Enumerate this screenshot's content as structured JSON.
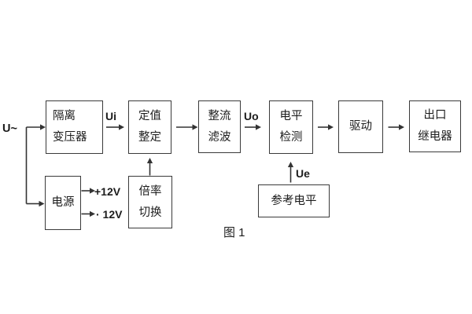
{
  "figure": {
    "caption": "图 1"
  },
  "labels": {
    "input": "U~",
    "ui": "Ui",
    "uo": "Uo",
    "ue": "Ue",
    "plus12": "+12V",
    "minus12": "· 12V"
  },
  "blocks": {
    "transformer": {
      "lines": [
        "隔离",
        "变压器"
      ]
    },
    "setting": {
      "lines": [
        "定值",
        "整定"
      ]
    },
    "rectifier": {
      "lines": [
        "整流",
        "滤波"
      ]
    },
    "detector": {
      "lines": [
        "电平",
        "检测"
      ]
    },
    "driver": {
      "lines": [
        "驱动"
      ]
    },
    "relay": {
      "lines": [
        "出口",
        "继电器"
      ]
    },
    "power": {
      "lines": [
        "电源"
      ]
    },
    "ratio": {
      "lines": [
        "倍率",
        "切换"
      ]
    },
    "reference": {
      "lines": [
        "参考电平"
      ]
    }
  },
  "colors": {
    "line": "#3a3a3a",
    "text": "#1c1c1c",
    "background": "#ffffff"
  }
}
